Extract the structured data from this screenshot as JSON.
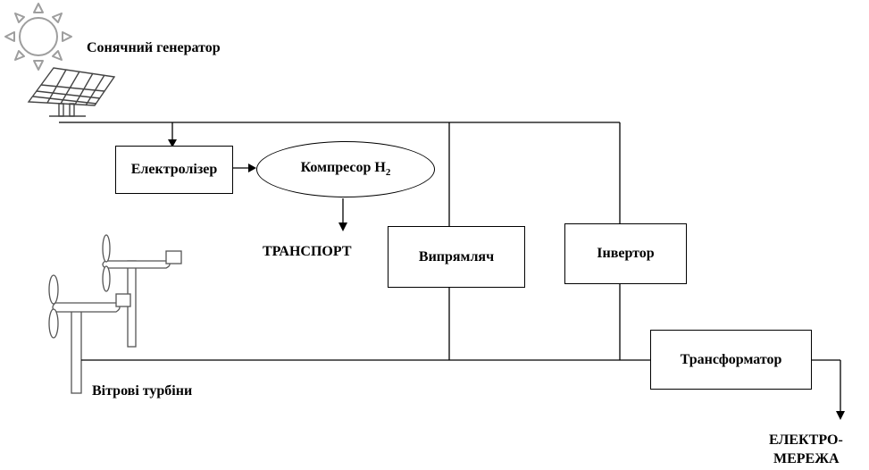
{
  "labels": {
    "solar": "Сонячний генератор",
    "wind": "Вітрові турбіни",
    "transport": "ТРАНСПОРТ",
    "grid_line1": "ЕЛЕКТРО-",
    "grid_line2": "МЕРЕЖА"
  },
  "blocks": {
    "electrolyzer": "Електролізер",
    "compressor": "Компресор Н",
    "compressor_sub": "2",
    "rectifier": "Випрямляч",
    "inverter": "Інвертор",
    "transformer": "Трансформатор"
  },
  "colors": {
    "line": "#000000",
    "sun": "#bdbdbd",
    "panel": "#555555"
  },
  "icons": [
    "sun-icon",
    "solar-panel-icon",
    "wind-turbine-icon"
  ]
}
